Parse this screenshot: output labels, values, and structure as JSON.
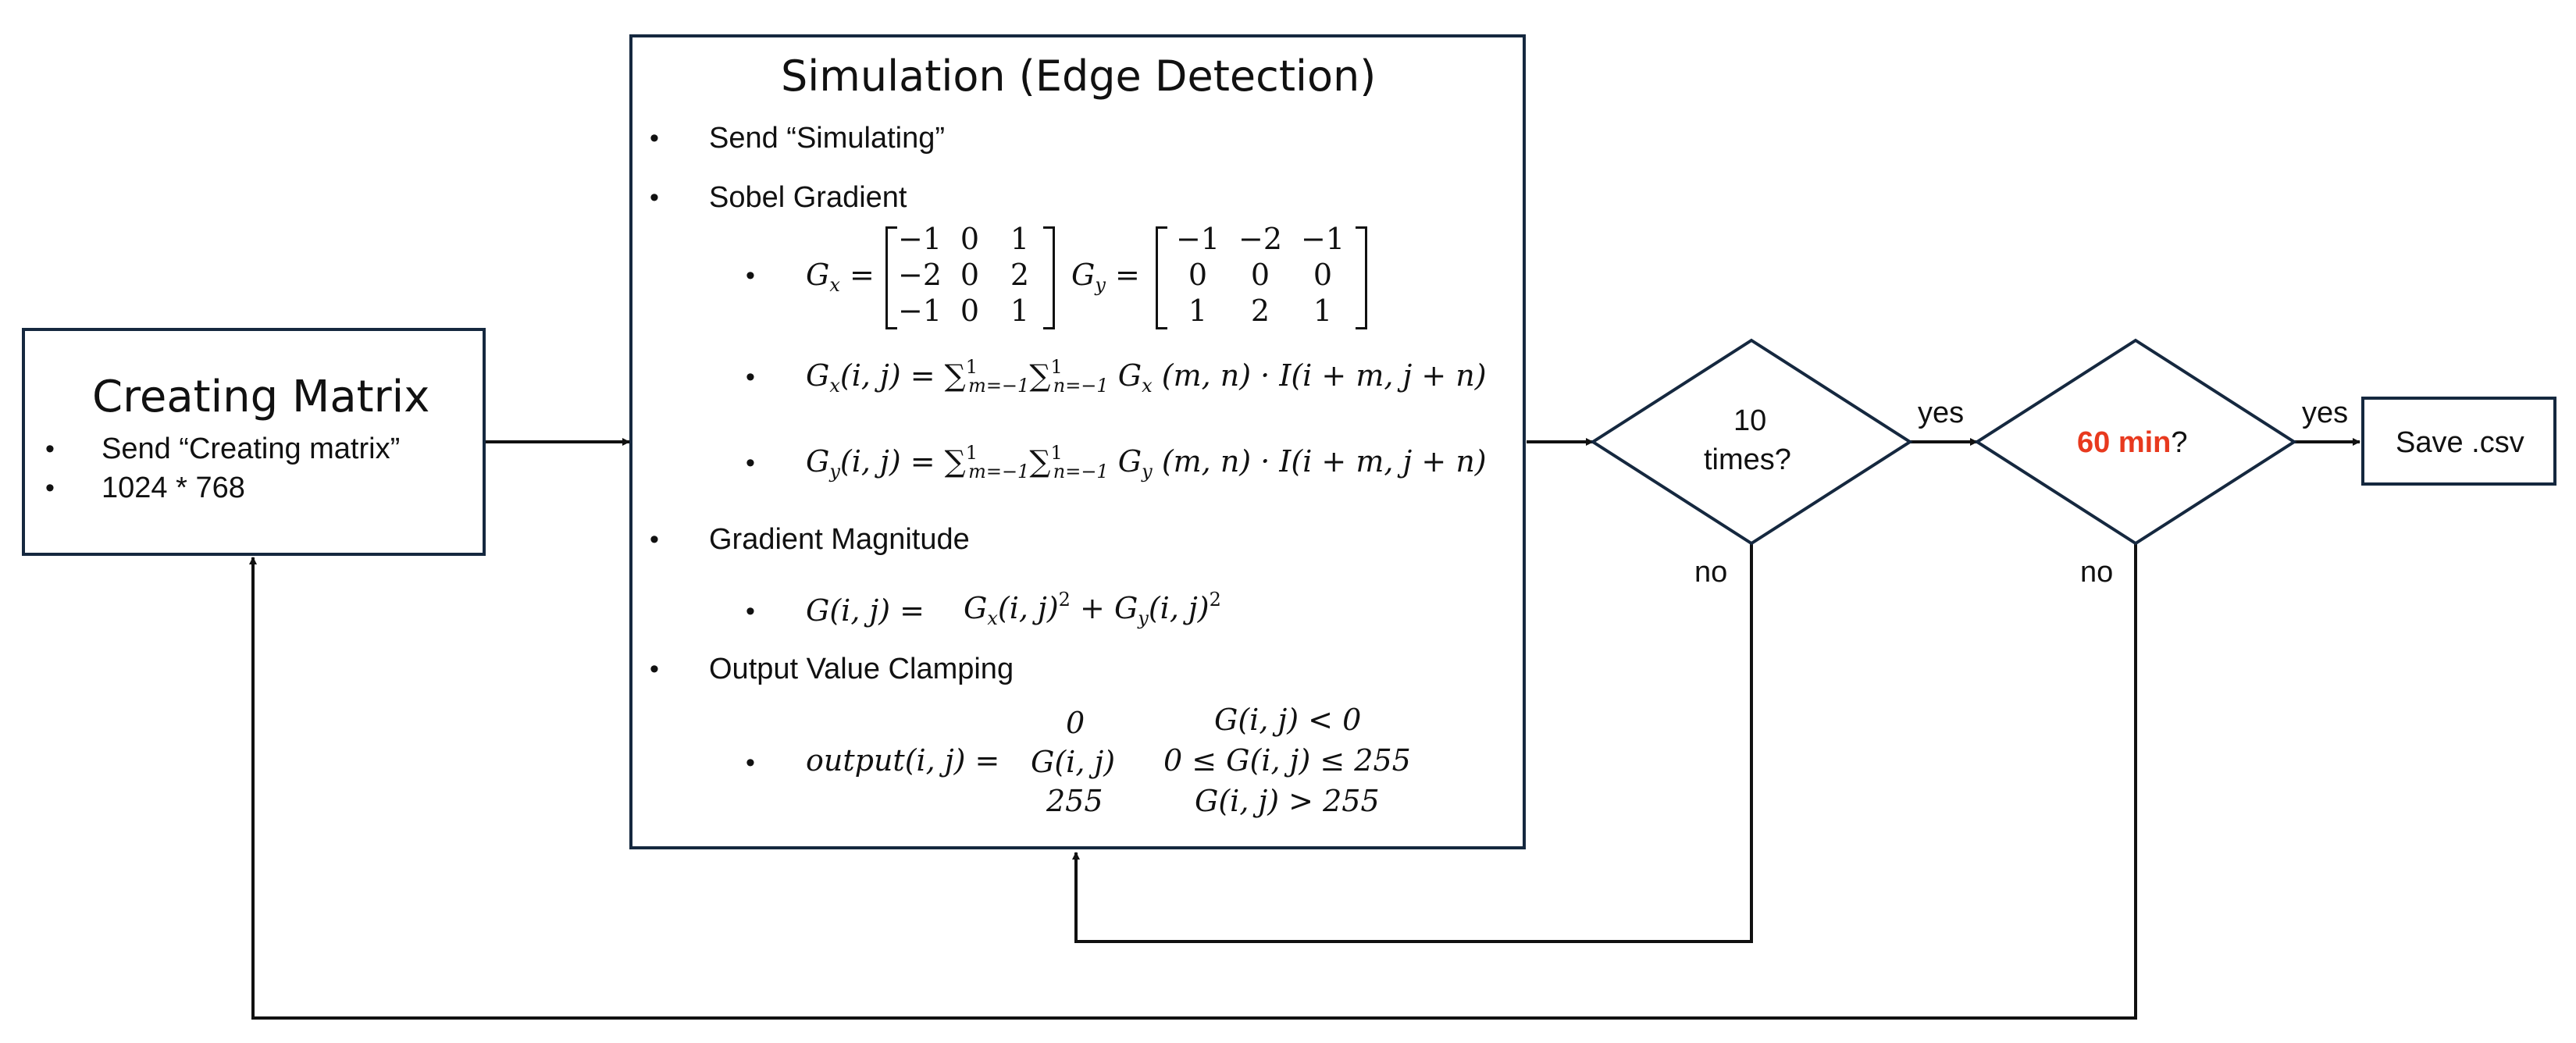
{
  "creating_matrix": {
    "title": "Creating Matrix",
    "bullets": [
      "Send “Creating matrix”",
      "1024 * 768"
    ]
  },
  "simulation": {
    "title": "Simulation (Edge Detection)",
    "items": {
      "send": "Send “Simulating”",
      "sobel": "Sobel Gradient",
      "magnitude": "Gradient Magnitude",
      "clamping": "Output Value Clamping"
    },
    "gx_matrix": [
      [
        "−1",
        "0",
        "1"
      ],
      [
        "−2",
        "0",
        "2"
      ],
      [
        "−1",
        "0",
        "1"
      ]
    ],
    "gy_matrix": [
      [
        "−1",
        "−2",
        "−1"
      ],
      [
        "0",
        "0",
        "0"
      ],
      [
        "1",
        "2",
        "1"
      ]
    ],
    "gx_formula": "(i, j) = ∑",
    "gy_formula": "(i, j) = ∑",
    "conv_tail_x": "(m, n) · I(i + m, j + n)",
    "conv_tail_y": "(m, n) · I(i + m, j + n)",
    "magnitude_lhs": "G(i, j) =",
    "clamp_lhs": "output(i, j) =",
    "clamp_cases": [
      {
        "value": "0",
        "condition": "G(i, j) < 0"
      },
      {
        "value": "G(i, j)",
        "condition": "0 ≤ G(i, j) ≤ 255"
      },
      {
        "value": "255",
        "condition": "G(i, j) > 255"
      }
    ]
  },
  "decision_times": {
    "line1": "10",
    "line2": "times?",
    "yes": "yes",
    "no": "no"
  },
  "decision_time": {
    "red": "60 min",
    "rest": "?",
    "yes": "yes",
    "no": "no"
  },
  "save": {
    "label": "Save .csv"
  },
  "colors": {
    "border": "#15283f",
    "accent": "#e8391e",
    "line": "#111111"
  }
}
